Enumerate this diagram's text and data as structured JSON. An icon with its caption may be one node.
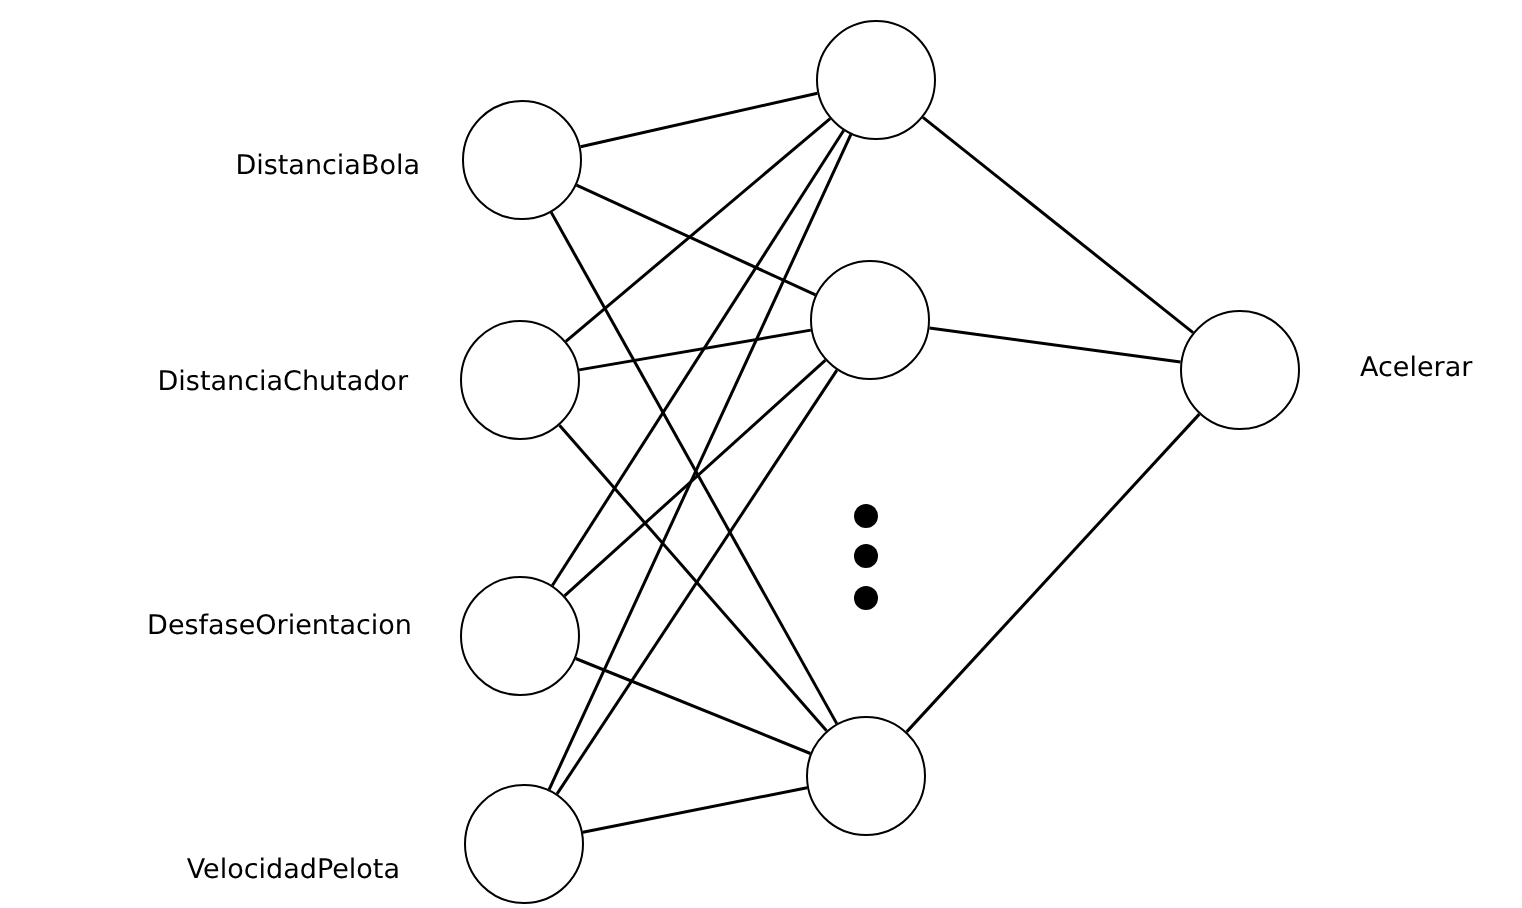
{
  "diagram": {
    "nodes": [
      {
        "text": [],
        "shape": "circle",
        "beside": [
          "DistanciaBola"
        ]
      },
      {
        "text": [],
        "shape": "circle",
        "beside": [
          "DistanciaChutador"
        ]
      },
      {
        "text": [],
        "shape": "circle",
        "beside": [
          "DesfaseOrientacion"
        ]
      },
      {
        "text": [],
        "shape": "circle",
        "beside": [
          "VelocidadPelota"
        ]
      },
      {
        "text": [],
        "shape": "circle"
      },
      {
        "text": [],
        "shape": "circle"
      },
      {
        "text": [],
        "shape": "circle"
      },
      {
        "text": [],
        "shape": "circle",
        "beside": [
          "Acelerar"
        ]
      }
    ],
    "edges": [
      {
        "from": 0,
        "to": 4,
        "arrow": "none"
      },
      {
        "from": 0,
        "to": 5,
        "arrow": "none"
      },
      {
        "from": 0,
        "to": 6,
        "arrow": "none"
      },
      {
        "from": 1,
        "to": 4,
        "arrow": "none"
      },
      {
        "from": 1,
        "to": 5,
        "arrow": "none"
      },
      {
        "from": 1,
        "to": 6,
        "arrow": "none"
      },
      {
        "from": 2,
        "to": 4,
        "arrow": "none"
      },
      {
        "from": 2,
        "to": 5,
        "arrow": "none"
      },
      {
        "from": 2,
        "to": 6,
        "arrow": "none"
      },
      {
        "from": 3,
        "to": 4,
        "arrow": "none"
      },
      {
        "from": 3,
        "to": 5,
        "arrow": "none"
      },
      {
        "from": 3,
        "to": 6,
        "arrow": "none"
      },
      {
        "from": 4,
        "to": 7,
        "arrow": "none"
      },
      {
        "from": 5,
        "to": 7,
        "arrow": "none"
      },
      {
        "from": 6,
        "to": 7,
        "arrow": "none"
      }
    ]
  }
}
